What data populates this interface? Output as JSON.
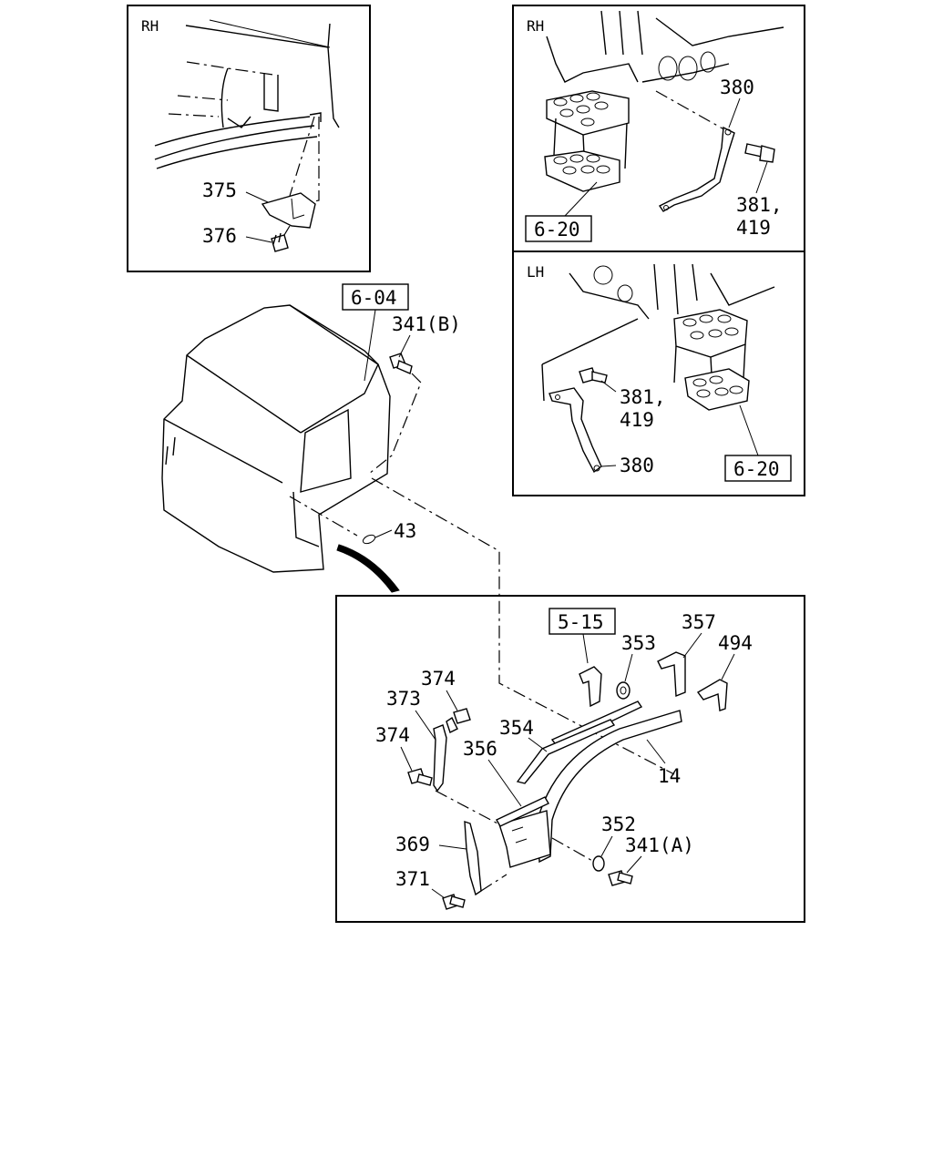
{
  "panels": {
    "top_left": {
      "side": "RH"
    },
    "top_right": {
      "side": "RH"
    },
    "middle_right": {
      "side": "LH"
    }
  },
  "reference_boxes": {
    "ref_6_20_rh": "6-20",
    "ref_6_20_lh": "6-20",
    "ref_6_04": "6-04",
    "ref_5_15": "5-15"
  },
  "callouts": {
    "c375": "375",
    "c376": "376",
    "c380_rh": "380",
    "c381_rh_a": "381,",
    "c381_rh_b": "419",
    "c341b": "341(B)",
    "c381_lh_a": "381,",
    "c381_lh_b": "419",
    "c380_lh": "380",
    "c43": "43",
    "c353": "353",
    "c357": "357",
    "c494": "494",
    "c374_top": "374",
    "c373": "373",
    "c374_left": "374",
    "c354": "354",
    "c356": "356",
    "c14": "14",
    "c352": "352",
    "c341a": "341(A)",
    "c369": "369",
    "c371": "371"
  }
}
